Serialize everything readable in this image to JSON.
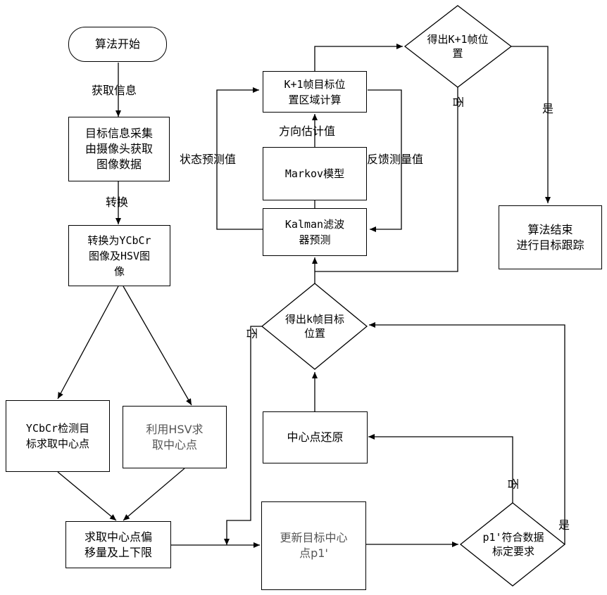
{
  "nodes": {
    "start": "算法开始",
    "collect": "目标信息采集\n由摄像头获取\n图像数据",
    "convert": "转换为YCbCr\n图像及HSV图\n像",
    "ycbcr": "YCbCr检测目\n标求取中心点",
    "hsv": "利用HSV求\n取中心点",
    "offset": "求取中心点偏\n移量及上下限",
    "update": "更新目标中心\n点p1'",
    "check": "p1'符合数据\n标定要求",
    "restore": "中心点还原",
    "kframe": "得出k帧目标\n位置",
    "kalman": "Kalman滤波\n器预测",
    "markov": "Markov模型",
    "k1region": "K+1帧目标位\n置区域计算",
    "k1frame": "得出K+1帧位\n置",
    "end": "算法结束\n进行目标跟踪"
  },
  "edge_labels": {
    "acquire_info": "获取信息",
    "transform": "转换",
    "state_pred": "状态预测值",
    "direction_est": "方向估计值",
    "feedback": "反馈测量值",
    "yes_end": "是",
    "no_k1": "否",
    "no_kframe": "否",
    "no_check": "否",
    "yes_check": "是"
  }
}
